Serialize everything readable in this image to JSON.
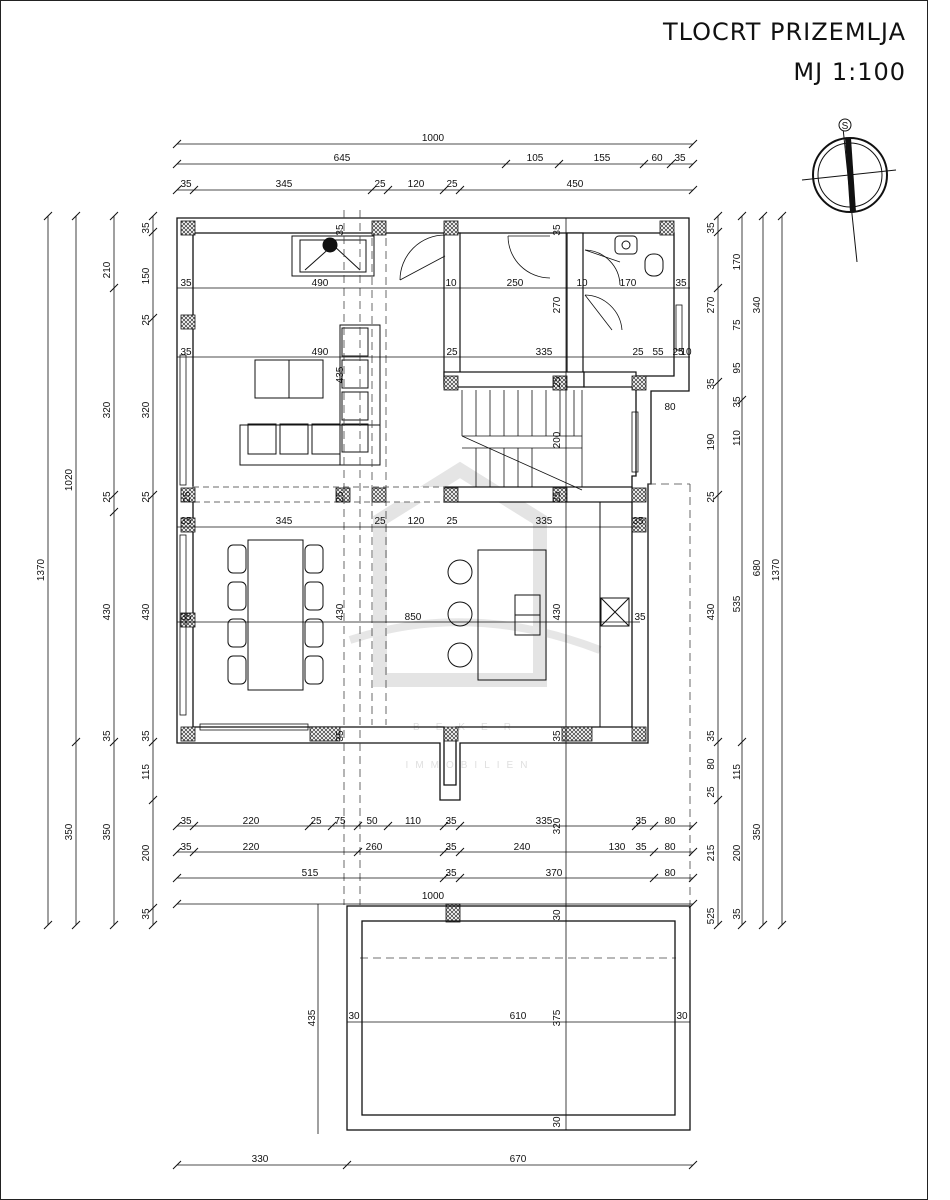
{
  "drawing": {
    "title": "TLOCRT PRIZEMLJA",
    "scale": "MJ 1:100",
    "north_label": "S"
  },
  "watermark": {
    "name": "BEKER",
    "subtitle": "IMMOBILIEN"
  },
  "dimension_labels": {
    "top_total": "1000",
    "top_645": "645",
    "top_105": "105",
    "top_155": "155",
    "top_60": "60",
    "top_35r": "35",
    "top_35a": "35",
    "top_345": "345",
    "top_25a": "25",
    "top_120": "120",
    "top_25b": "25",
    "top_450": "450",
    "left_1370": "1370",
    "left_1020": "1020",
    "left_350": "350",
    "left_210": "210",
    "left_25a": "25",
    "left_320": "320",
    "left_25b": "25",
    "left_430": "430",
    "left_35a": "35",
    "left_350b": "350",
    "left_35top": "35",
    "left_150": "150",
    "left_25c": "25",
    "left_320b": "320",
    "left_25d": "25",
    "left_430b": "430",
    "left_35b": "35",
    "left_115": "115",
    "left_200": "200",
    "left_35c": "35",
    "right_35a": "35",
    "right_170": "170",
    "right_270": "270",
    "right_340": "340",
    "right_75": "75",
    "right_35b": "35",
    "right_95": "95",
    "right_35c": "35",
    "right_190": "190",
    "right_110": "110",
    "right_25": "25",
    "right_680": "680",
    "right_1370": "1370",
    "right_430": "430",
    "right_535": "535",
    "right_35d": "35",
    "right_80": "80",
    "right_25b": "25",
    "right_115": "115",
    "right_215": "215",
    "right_200": "200",
    "right_350": "350",
    "right_525": "525",
    "right_35e": "35",
    "in_35a": "35",
    "in_490a": "490",
    "in_10": "10",
    "in_250": "250",
    "in_10b": "10",
    "in_170": "170",
    "in_35b": "35",
    "in_35c": "35",
    "in_490b": "490",
    "in_25a": "25",
    "in_335a": "335",
    "in_25b": "25",
    "in_55": "55",
    "in_25c": "25",
    "in_10c": "10",
    "in_80a": "80",
    "in_35d": "35",
    "in_35e": "35",
    "in_270": "270",
    "in_435": "435",
    "in_200": "200",
    "in_35f": "35",
    "in_345": "345",
    "in_25d": "25",
    "in_120": "120",
    "in_25e": "25",
    "in_335b": "335",
    "in_35g": "35",
    "in_430a": "430",
    "in_850": "850",
    "in_430b": "430",
    "in_35h": "35",
    "in_25f": "25",
    "in_25g": "25",
    "in_25h": "25",
    "in_25i": "25",
    "in_35i": "35",
    "in_35j": "35",
    "in_35k": "35",
    "b1_35": "35",
    "b1_220": "220",
    "b1_25": "25",
    "b1_75": "75",
    "b1_50": "50",
    "b1_110": "110",
    "b1_35b": "35",
    "b1_335": "335",
    "b1_320": "320",
    "b1_35c": "35",
    "b1_80": "80",
    "b2_35": "35",
    "b2_220": "220",
    "b2_260": "260",
    "b2_35b": "35",
    "b2_240": "240",
    "b2_130": "130",
    "b2_35c": "35",
    "b2_80": "80",
    "b3_515": "515",
    "b3_35": "35",
    "b3_370": "370",
    "b3_80": "80",
    "b4_1000": "1000",
    "pool_30a": "30",
    "pool_435": "435",
    "pool_30b": "30",
    "pool_610": "610",
    "pool_375": "375",
    "pool_30c": "30",
    "pool_30d": "30",
    "bot_330": "330",
    "bot_670": "670"
  }
}
